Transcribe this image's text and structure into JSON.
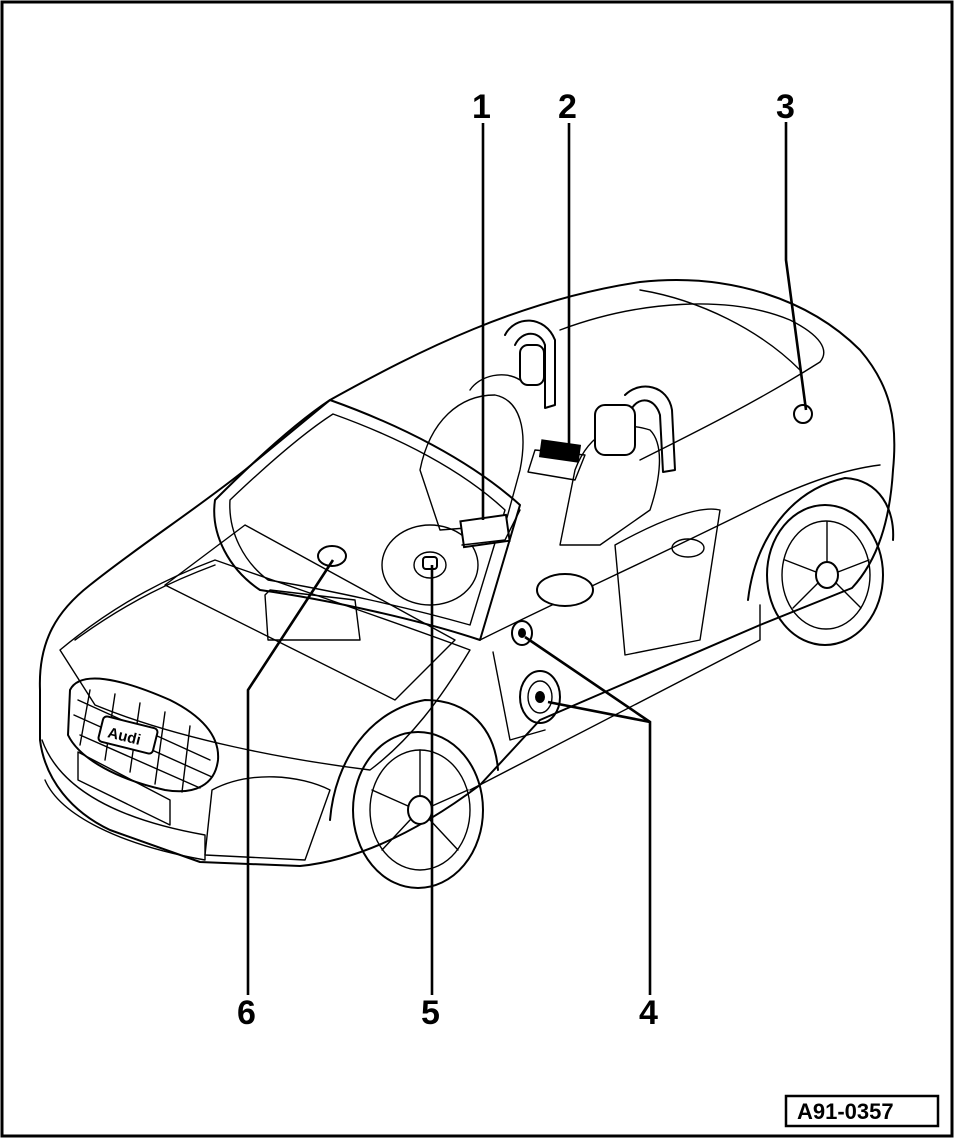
{
  "callouts": [
    {
      "id": "1",
      "label": "1"
    },
    {
      "id": "2",
      "label": "2"
    },
    {
      "id": "3",
      "label": "3"
    },
    {
      "id": "4",
      "label": "4"
    },
    {
      "id": "5",
      "label": "5"
    },
    {
      "id": "6",
      "label": "6"
    }
  ],
  "badge_text": "Audi",
  "reference_code": "A91-0357"
}
